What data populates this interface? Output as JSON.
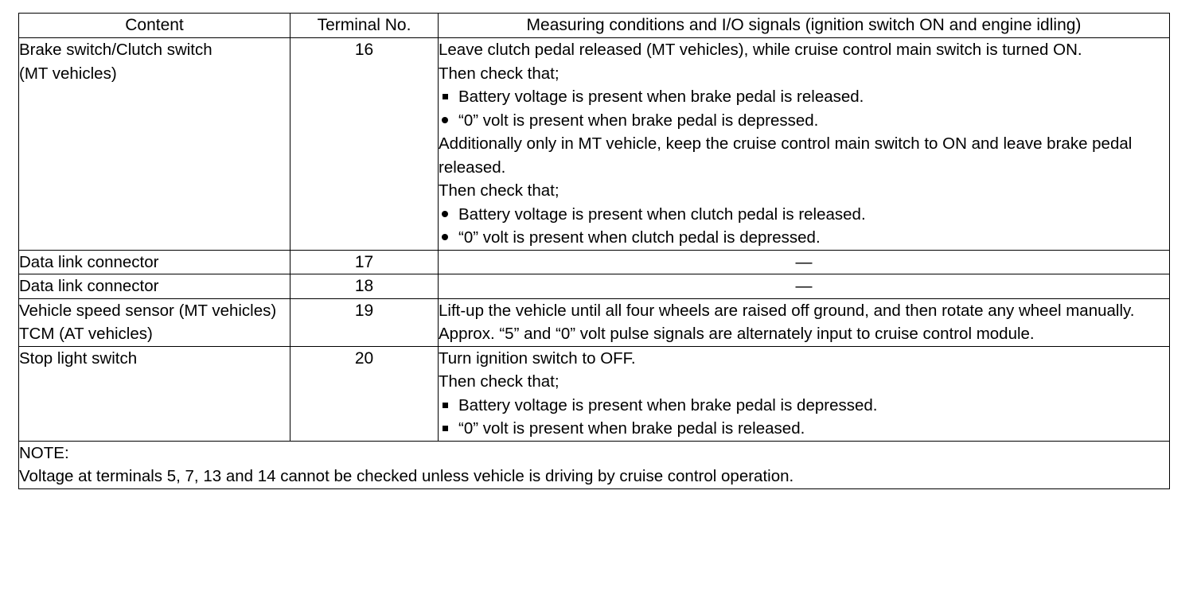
{
  "table": {
    "headers": {
      "content": "Content",
      "terminal": "Terminal No.",
      "conditions": "Measuring conditions and I/O signals (ignition switch ON and engine idling)"
    },
    "rows": [
      {
        "content_lines": [
          "Brake switch/Clutch switch",
          "(MT vehicles)"
        ],
        "terminal": "16",
        "cond_blocks": [
          {
            "kind": "paragraph",
            "text": "Leave clutch pedal released (MT vehicles), while cruise control main switch is turned ON."
          },
          {
            "kind": "paragraph",
            "text": "Then check that;"
          },
          {
            "kind": "bullets",
            "items": [
              {
                "marker": "square",
                "text": "Battery voltage is present when brake pedal is released."
              },
              {
                "marker": "dot",
                "text": "“0” volt is present when brake pedal is depressed."
              }
            ]
          },
          {
            "kind": "paragraph",
            "text": "Additionally only in MT vehicle, keep the cruise control main switch to ON and leave brake pedal released."
          },
          {
            "kind": "paragraph",
            "text": "Then check that;"
          },
          {
            "kind": "bullets",
            "items": [
              {
                "marker": "dot",
                "text": "Battery voltage is present when clutch pedal is released."
              },
              {
                "marker": "dot",
                "text": "“0” volt is present when clutch pedal is depressed."
              }
            ]
          }
        ]
      },
      {
        "content_lines": [
          "Data link connector"
        ],
        "terminal": "17",
        "cond_blocks": [
          {
            "kind": "dash",
            "text": "—"
          }
        ]
      },
      {
        "content_lines": [
          "Data link connector"
        ],
        "terminal": "18",
        "cond_blocks": [
          {
            "kind": "dash",
            "text": "—"
          }
        ]
      },
      {
        "content_lines": [
          "Vehicle speed sensor (MT vehicles)",
          "TCM (AT vehicles)"
        ],
        "terminal": "19",
        "cond_blocks": [
          {
            "kind": "paragraph",
            "text": "Lift-up the vehicle until all four wheels are raised off ground, and then rotate any wheel manually."
          },
          {
            "kind": "paragraph",
            "text": "Approx. “5” and “0” volt pulse signals are alternately input to cruise control module."
          }
        ]
      },
      {
        "content_lines": [
          "Stop light switch"
        ],
        "terminal": "20",
        "cond_blocks": [
          {
            "kind": "paragraph",
            "text": "Turn ignition switch to OFF."
          },
          {
            "kind": "paragraph",
            "text": "Then check that;"
          },
          {
            "kind": "bullets",
            "items": [
              {
                "marker": "square",
                "text": "Battery voltage is present when brake pedal is depressed."
              },
              {
                "marker": "square",
                "text": "“0” volt is present when brake pedal is released."
              }
            ]
          }
        ]
      }
    ],
    "note": {
      "title": "NOTE:",
      "text": "Voltage at terminals 5, 7, 13 and 14 cannot be checked unless vehicle is driving by cruise control operation."
    }
  }
}
